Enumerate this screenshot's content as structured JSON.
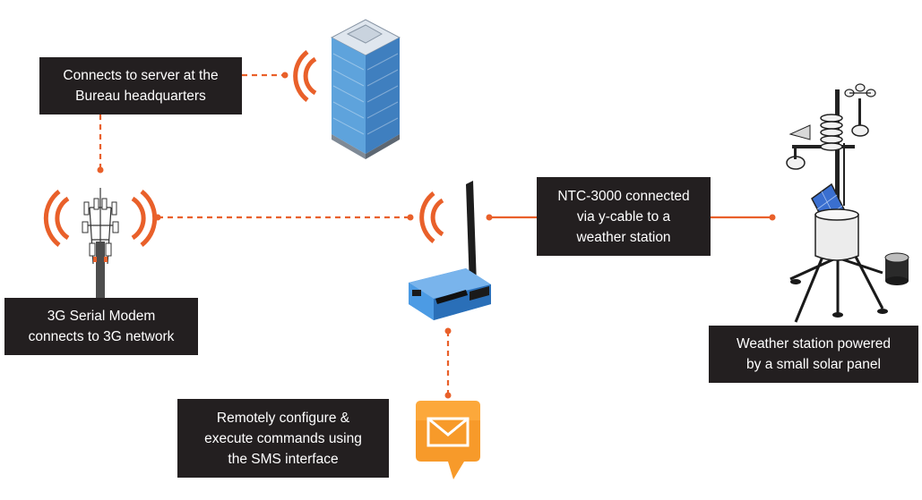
{
  "labels": {
    "server": [
      "Connects to server at the",
      "Bureau headquarters"
    ],
    "modem_3g": [
      "3G Serial Modem",
      "connects to 3G network"
    ],
    "ntc": [
      "NTC-3000 connected",
      "via y-cable to a",
      "weather station"
    ],
    "weather": [
      "Weather station powered",
      "by a small solar panel"
    ],
    "sms": [
      "Remotely configure &",
      "execute commands using",
      "the SMS interface"
    ]
  },
  "colors": {
    "accent": "#e9602a",
    "label_bg": "#231f20",
    "label_text": "#ffffff",
    "modem_blue": "#3a8ad8",
    "building_blue": "#6aaee0",
    "sms_orange": "#f7a23a"
  },
  "icons": [
    "office-building-icon",
    "cell-tower-icon",
    "router-modem-icon",
    "weather-station-icon",
    "sms-envelope-icon",
    "wireless-signal-icon"
  ]
}
